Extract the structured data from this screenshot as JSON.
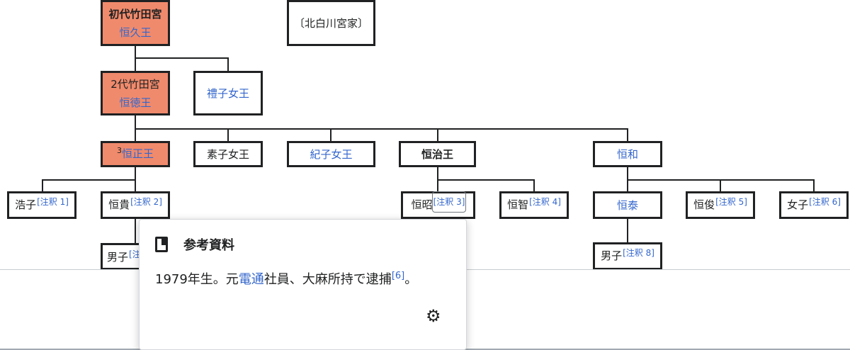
{
  "tree": {
    "gen1_main": {
      "label": "初代竹田宮",
      "name": "恒久王"
    },
    "gen1_side": {
      "label": "〔北白川宮家〕"
    },
    "gen2_main": {
      "label": "2代竹田宮",
      "name": "恒徳王"
    },
    "gen2_side": {
      "name": "禮子女王"
    },
    "gen3": [
      {
        "sup": "3",
        "name": "恒正王"
      },
      {
        "name": "素子女王"
      },
      {
        "name": "紀子女王"
      },
      {
        "name": "恒治王"
      },
      {
        "name": "恒和"
      }
    ],
    "gen4": [
      {
        "name": "浩子",
        "note": "[注釈 1]"
      },
      {
        "name": "恒貴",
        "note": "[注釈 2]"
      },
      {
        "name": "恒昭",
        "note": "[注釈 3]"
      },
      {
        "name": "恒智",
        "note": "[注釈 4]"
      },
      {
        "name": "恒泰"
      },
      {
        "name": "恒俊",
        "note": "[注釈 5]"
      },
      {
        "name": "女子",
        "note": "[注釈 6]"
      }
    ],
    "gen5": [
      {
        "name": "男子",
        "note": "[注"
      },
      {
        "name": "男子",
        "note": "[注釈 8]"
      }
    ]
  },
  "popup": {
    "title": "参考資料",
    "text_before": "1979年生。元",
    "link": "電通",
    "text_after": "社員、大麻所持で逮捕",
    "ref": "[6]",
    "end": "。",
    "settings_icon": "gear-icon"
  }
}
